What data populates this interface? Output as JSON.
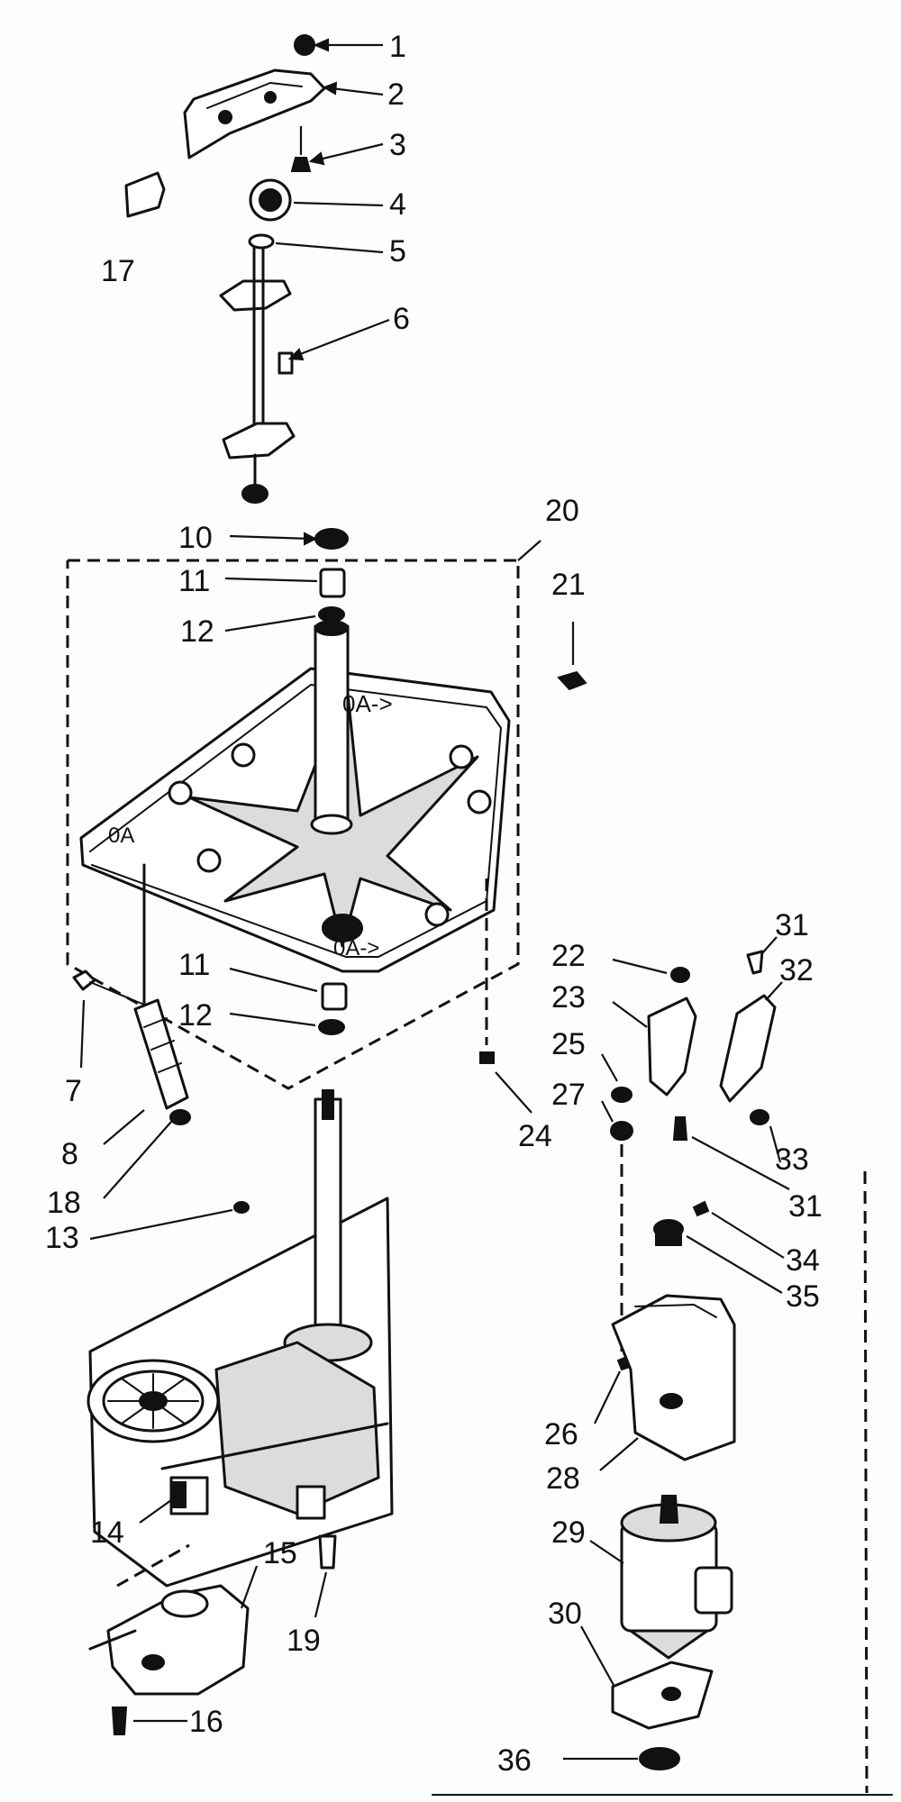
{
  "callouts": [
    {
      "id": "c1",
      "text": "1"
    },
    {
      "id": "c2",
      "text": "2"
    },
    {
      "id": "c3",
      "text": "3"
    },
    {
      "id": "c4",
      "text": "4"
    },
    {
      "id": "c5",
      "text": "5"
    },
    {
      "id": "c6",
      "text": "6"
    },
    {
      "id": "c17",
      "text": "17"
    },
    {
      "id": "c10",
      "text": "10"
    },
    {
      "id": "c20",
      "text": "20"
    },
    {
      "id": "c11a",
      "text": "11"
    },
    {
      "id": "c12a",
      "text": "12"
    },
    {
      "id": "c21",
      "text": "21"
    },
    {
      "id": "c11b",
      "text": "11"
    },
    {
      "id": "c12b",
      "text": "12"
    },
    {
      "id": "c7",
      "text": "7"
    },
    {
      "id": "c8",
      "text": "8"
    },
    {
      "id": "c18",
      "text": "18"
    },
    {
      "id": "c24",
      "text": "24"
    },
    {
      "id": "c22",
      "text": "22"
    },
    {
      "id": "c23",
      "text": "23"
    },
    {
      "id": "c25",
      "text": "25"
    },
    {
      "id": "c27",
      "text": "27"
    },
    {
      "id": "c31a",
      "text": "31"
    },
    {
      "id": "c32",
      "text": "32"
    },
    {
      "id": "c33",
      "text": "33"
    },
    {
      "id": "c31b",
      "text": "31"
    },
    {
      "id": "c13",
      "text": "13"
    },
    {
      "id": "c34",
      "text": "34"
    },
    {
      "id": "c35",
      "text": "35"
    },
    {
      "id": "c26",
      "text": "26"
    },
    {
      "id": "c28",
      "text": "28"
    },
    {
      "id": "c14",
      "text": "14"
    },
    {
      "id": "c15",
      "text": "15"
    },
    {
      "id": "c29",
      "text": "29"
    },
    {
      "id": "c30",
      "text": "30"
    },
    {
      "id": "c19",
      "text": "19"
    },
    {
      "id": "c16",
      "text": "16"
    },
    {
      "id": "c36",
      "text": "36"
    }
  ]
}
